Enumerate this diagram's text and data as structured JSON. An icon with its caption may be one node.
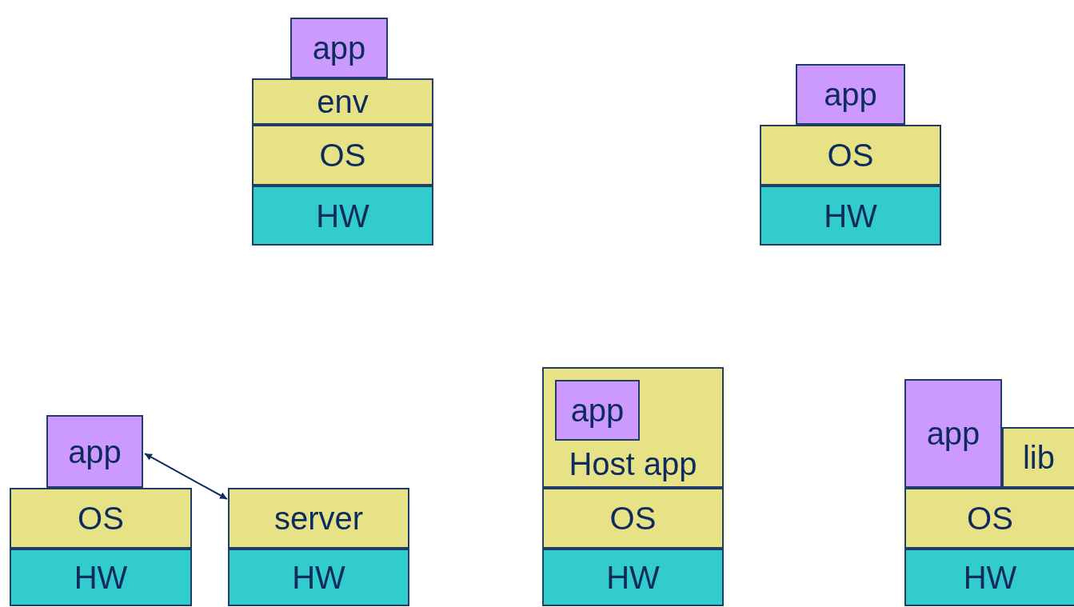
{
  "diagram": {
    "nodes": [
      {
        "text": [
          "app"
        ]
      },
      {
        "text": [
          "env"
        ]
      },
      {
        "text": [
          "OS"
        ]
      },
      {
        "text": [
          "HW"
        ]
      },
      {
        "text": [
          "app"
        ]
      },
      {
        "text": [
          "OS"
        ]
      },
      {
        "text": [
          "HW"
        ]
      },
      {
        "text": [
          "app"
        ]
      },
      {
        "text": [
          "OS"
        ]
      },
      {
        "text": [
          "HW"
        ]
      },
      {
        "text": [
          "server"
        ]
      },
      {
        "text": [
          "HW"
        ]
      },
      {
        "text": [
          "Host app"
        ]
      },
      {
        "text": [
          "app"
        ],
        "in": 12
      },
      {
        "text": [
          "OS"
        ]
      },
      {
        "text": [
          "HW"
        ]
      },
      {
        "text": [
          "app"
        ]
      },
      {
        "text": [
          "lib"
        ]
      },
      {
        "text": [
          "OS"
        ]
      },
      {
        "text": [
          "HW"
        ]
      }
    ],
    "edges": [
      {
        "from": 7,
        "to": 10,
        "arrow": "both"
      }
    ]
  }
}
